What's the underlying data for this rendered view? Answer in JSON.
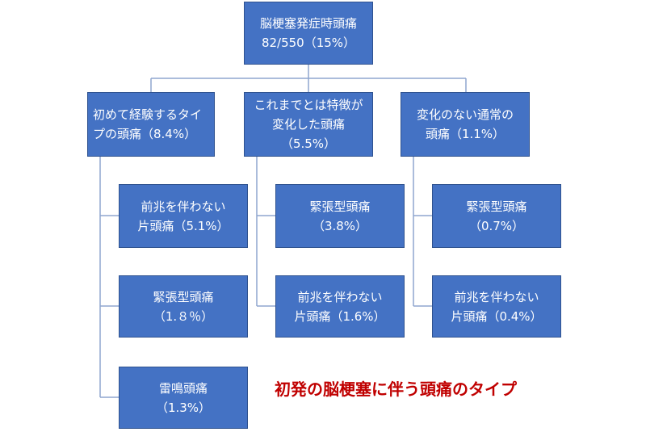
{
  "root": {
    "line1": "脳梗塞発症時頭痛",
    "line2": "82/550（15%）"
  },
  "categories": [
    {
      "lines": [
        "初めて経験するタイ",
        "プの頭痛（8.4%）"
      ],
      "children": [
        {
          "lines": [
            "前兆を伴わない",
            "片頭痛（5.1%）"
          ]
        },
        {
          "lines": [
            "緊張型頭痛",
            "（1.８％）"
          ]
        },
        {
          "lines": [
            "雷鳴頭痛",
            "（1.3%）"
          ]
        }
      ]
    },
    {
      "lines": [
        "これまでとは特徴が",
        "変化した頭痛",
        "（5.5%）"
      ],
      "children": [
        {
          "lines": [
            "緊張型頭痛",
            "（3.8%）"
          ]
        },
        {
          "lines": [
            "前兆を伴わない",
            "片頭痛（1.6%）"
          ]
        }
      ]
    },
    {
      "lines": [
        "変化のない通常の",
        "頭痛（1.1%）"
      ],
      "children": [
        {
          "lines": [
            "緊張型頭痛",
            "（0.7%）"
          ]
        },
        {
          "lines": [
            "前兆を伴わない",
            "片頭痛（0.4%）"
          ]
        }
      ]
    }
  ],
  "caption": "初発の脳梗塞に伴う頭痛のタイプ",
  "colors": {
    "box_fill": "#4472c4",
    "box_text": "#ffffff",
    "connector": "#8fa6cf",
    "caption": "#c00000"
  }
}
